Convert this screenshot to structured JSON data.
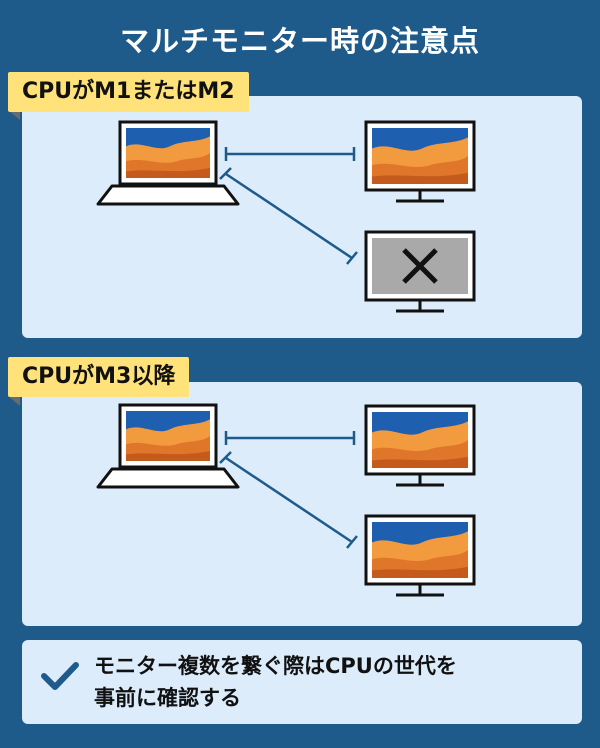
{
  "title": "マルチモニター時の注意点",
  "sections": [
    {
      "label": "CPUがM1またはM2",
      "second_monitor_status": "not-supported"
    },
    {
      "label": "CPUがM3以降",
      "second_monitor_status": "supported"
    }
  ],
  "note": {
    "line1": "モニター複数を繋ぐ際はCPUの世代を",
    "line2": "事前に確認する"
  },
  "colors": {
    "background": "#1e5a8a",
    "panel": "#dcecfb",
    "tag": "#ffe27a",
    "connector": "#1e5a8a",
    "wallpaper_blue": "#1f5fb0",
    "wallpaper_orange": "#f19a3e",
    "disabled_screen": "#a9a9a9"
  },
  "icons": [
    "laptop-icon",
    "monitor-icon",
    "x-mark-icon",
    "check-icon"
  ]
}
